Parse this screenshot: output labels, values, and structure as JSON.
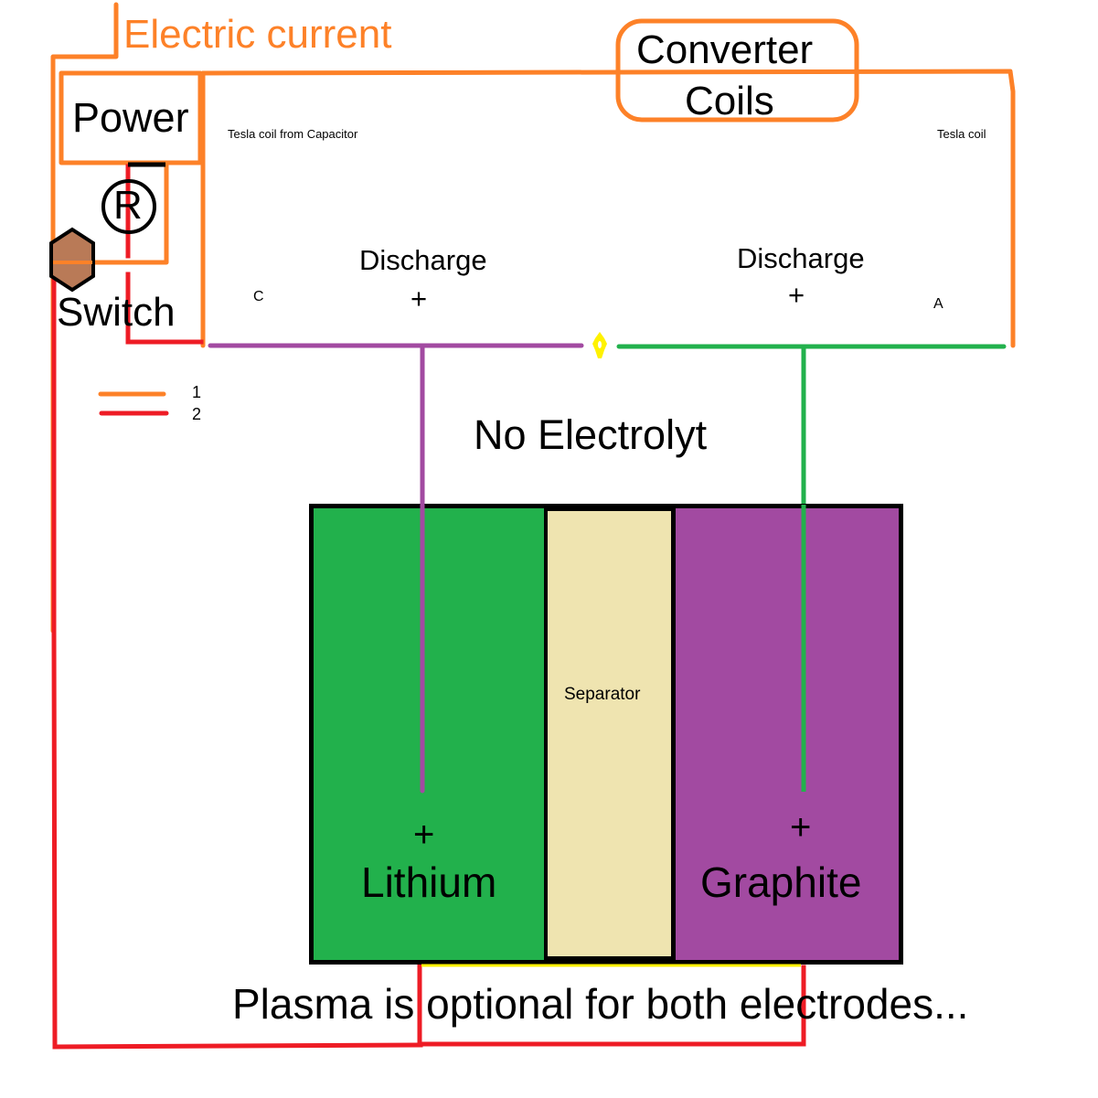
{
  "colors": {
    "wire_orange": "#fd8128",
    "wire_red": "#ee1c25",
    "wire_purple": "#a24aa1",
    "wire_green": "#22b14c",
    "lithium_fill": "#22b14c",
    "graphite_fill": "#a24aa1",
    "separator_fill": "#efe4b0",
    "switch_fill": "#b97a57",
    "spark_yellow": "#fff200",
    "outline_black": "#000000"
  },
  "labels": {
    "electric_current": "Electric current",
    "power": "Power",
    "resistor_symbol": "®",
    "switch": "Switch",
    "converter_line1": "Converter",
    "converter_line2": "Coils",
    "tesla_coil_left": "Tesla coil from Capacitor",
    "tesla_coil_right": "Tesla coil",
    "discharge_left": "Discharge",
    "discharge_right": "Discharge",
    "plus_left": "+",
    "plus_right": "+",
    "terminal_c": "C",
    "terminal_a": "A",
    "no_electrolyte": "No Electrolyt",
    "separator": "Separator",
    "lithium_plus": "+",
    "lithium": "Lithium",
    "graphite_plus": "+",
    "graphite": "Graphite",
    "footer_note": "Plasma is optional for both electrodes..."
  },
  "legend": [
    {
      "label": "1",
      "color": "#fd8128"
    },
    {
      "label": "2",
      "color": "#ee1c25"
    }
  ],
  "icons": {
    "resistor": "registered-R-circle-icon",
    "switch": "hexagon-switch-icon",
    "spark": "spark-star-icon"
  }
}
